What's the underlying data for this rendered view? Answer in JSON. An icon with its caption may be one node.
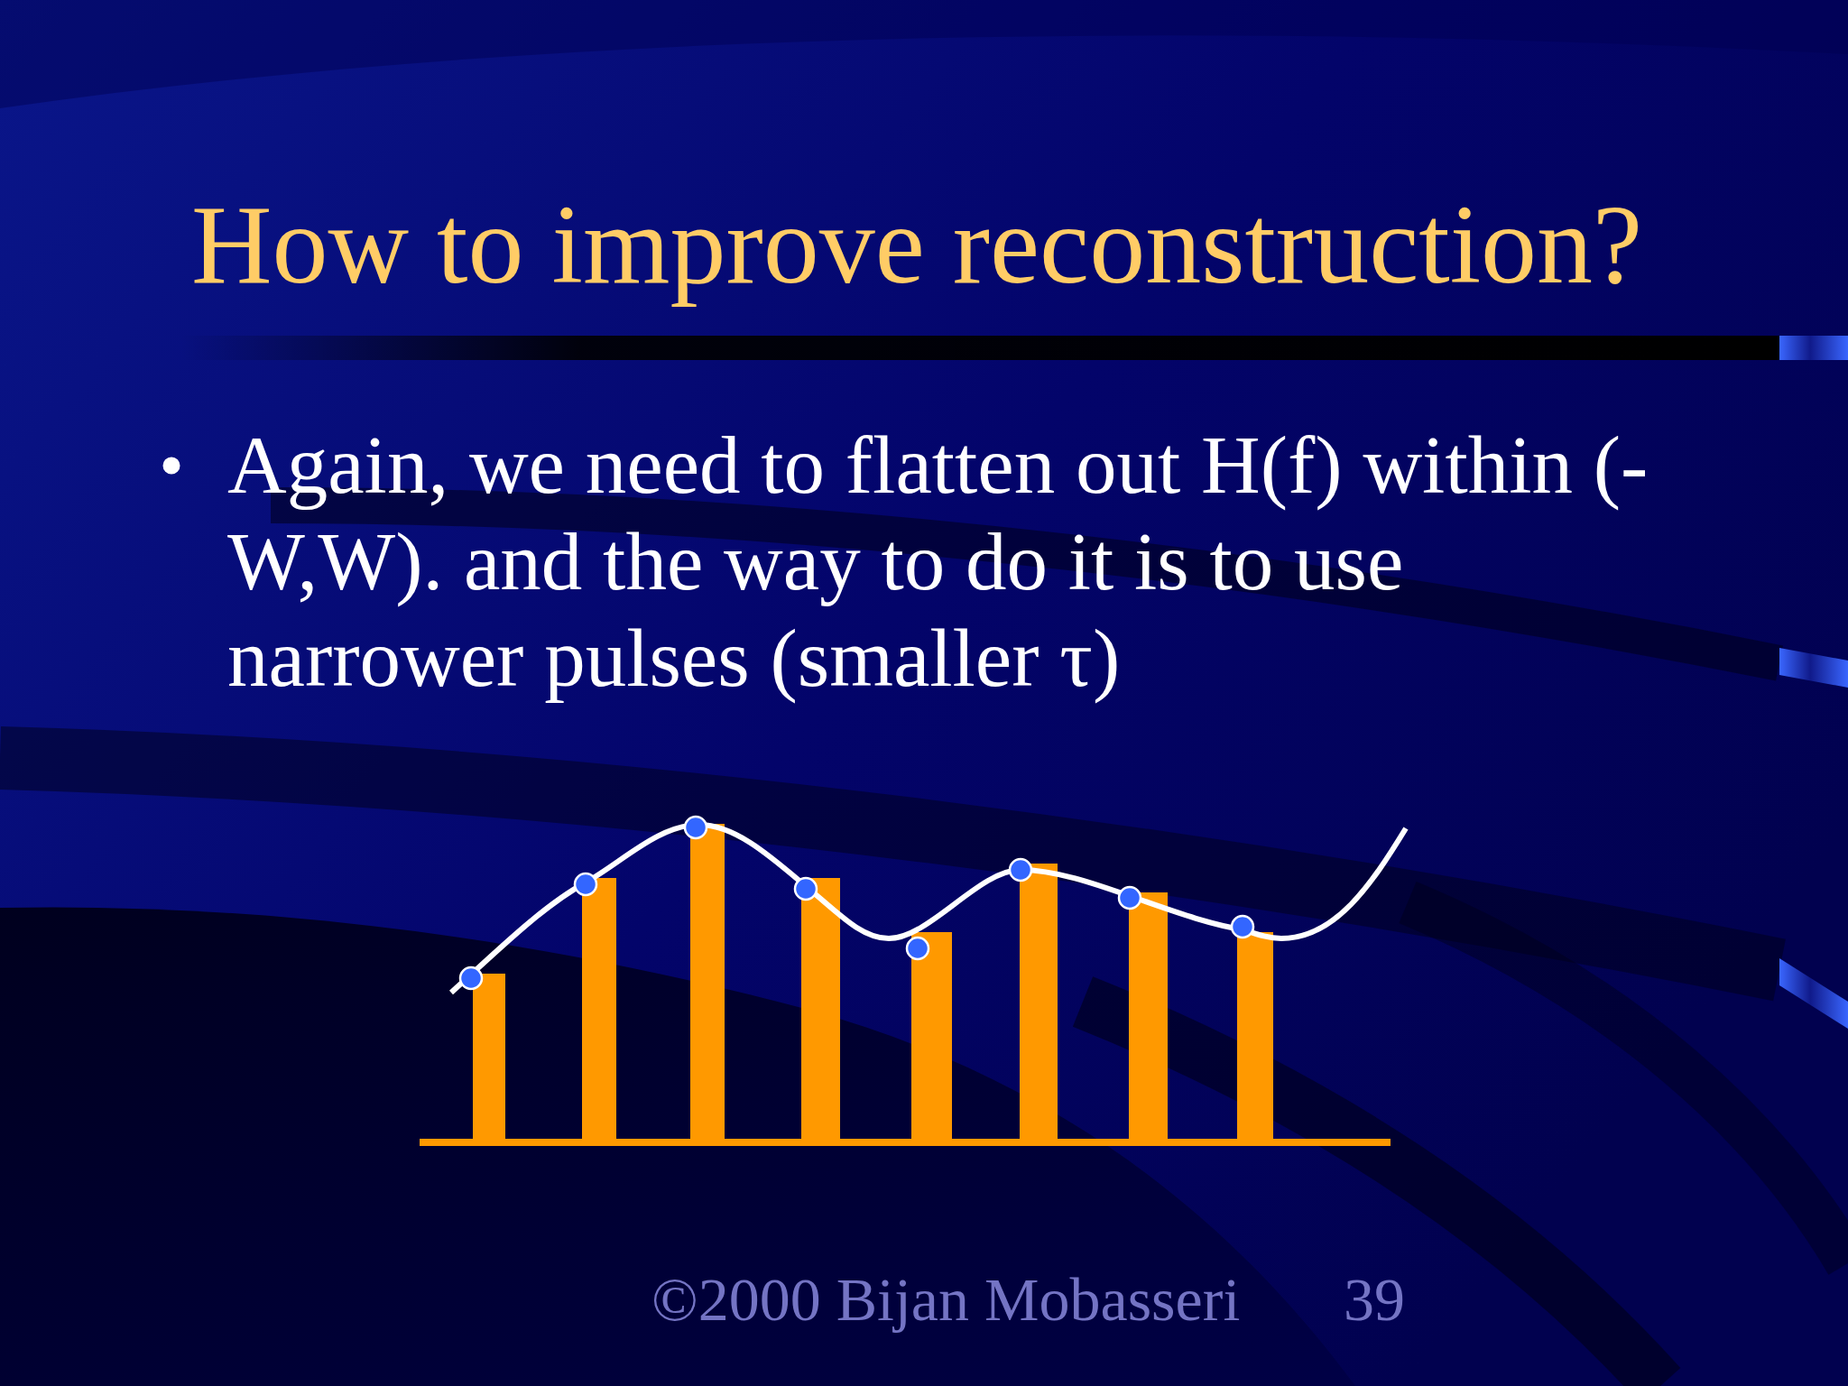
{
  "diagram": {
    "title": "How to improve reconstruction?",
    "labels": [
      "Again, we need to flatten out H(f) within (-W,W). and the way to do it is to use narrower pulses (smaller τ)",
      "©2000 Bijan Mobasseri",
      "39"
    ]
  }
}
